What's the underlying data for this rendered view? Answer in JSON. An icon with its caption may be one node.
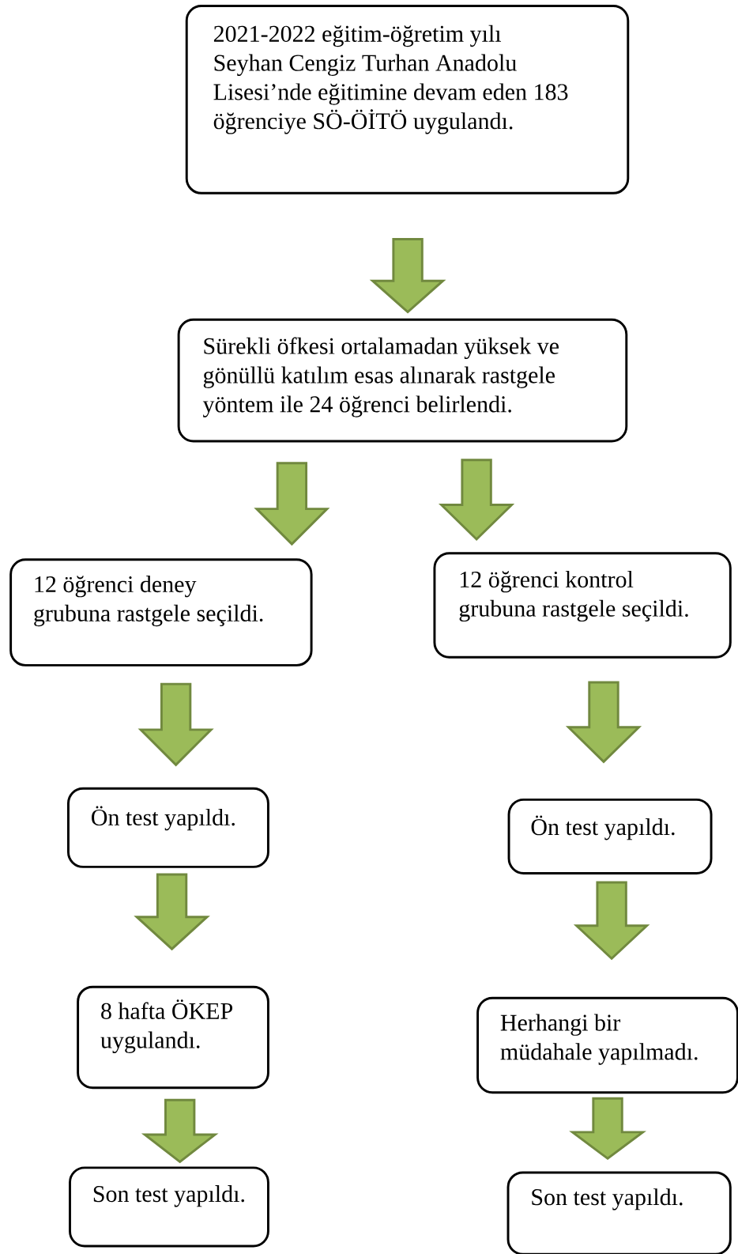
{
  "diagram": {
    "nodes": [
      {
        "text": [
          "2021-2022 eğitim-öğretim yılı Seyhan Cengiz Turhan Anadolu Lisesi’nde eğitimine devam eden 183 öğrenciye SÖ-ÖİTÖ uygulandı."
        ]
      },
      {
        "text": [
          "Sürekli öfkesi ortalamadan yüksek ve gönüllü katılım esas alınarak rastgele yöntem ile 24 öğrenci belirlendi."
        ]
      },
      {
        "text": [
          "12 öğrenci deney grubuna rastgele seçildi."
        ]
      },
      {
        "text": [
          "12 öğrenci kontrol grubuna rastgele seçildi."
        ]
      },
      {
        "text": [
          "Ön test yapıldı."
        ]
      },
      {
        "text": [
          "Ön test yapıldı."
        ]
      },
      {
        "text": [
          "8 hafta ÖKEP uygulandı."
        ]
      },
      {
        "text": [
          "Herhangi bir müdahale yapılmadı."
        ]
      },
      {
        "text": [
          "Son test yapıldı."
        ]
      },
      {
        "text": [
          "Son test yapıldı."
        ]
      }
    ],
    "edges": [
      {
        "from": 0,
        "to": 1,
        "arrow": "to"
      },
      {
        "from": 1,
        "to": 2,
        "arrow": "to"
      },
      {
        "from": 1,
        "to": 3,
        "arrow": "to"
      },
      {
        "from": 2,
        "to": 4,
        "arrow": "to"
      },
      {
        "from": 3,
        "to": 5,
        "arrow": "to"
      },
      {
        "from": 4,
        "to": 6,
        "arrow": "to"
      },
      {
        "from": 5,
        "to": 7,
        "arrow": "to"
      },
      {
        "from": 6,
        "to": 8,
        "arrow": "to"
      },
      {
        "from": 7,
        "to": 9,
        "arrow": "to"
      }
    ]
  }
}
